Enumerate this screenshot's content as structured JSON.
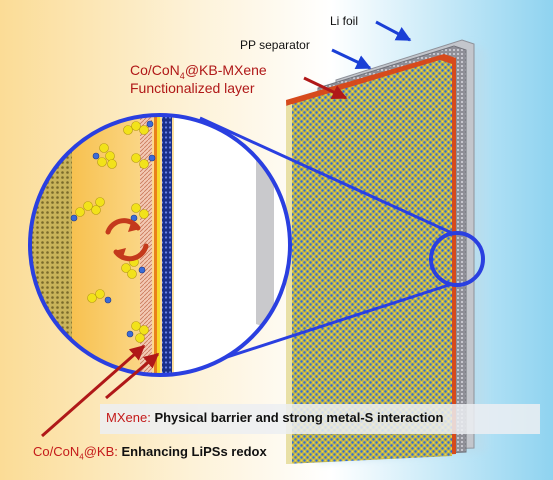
{
  "labels": {
    "li_foil": "Li foil",
    "pp_separator": "PP separator",
    "functional_line1_pre": "Co/CoN",
    "functional_line1_sub": "4",
    "functional_line1_post": "@KB-MXene",
    "functional_line2": "Functionalized layer",
    "mxene_term": "MXene:",
    "mxene_desc": "Physical barrier and strong metal-S interaction",
    "kb_term_pre": "Co/CoN",
    "kb_term_sub": "4",
    "kb_term_post": "@KB:",
    "kb_desc": "Enhancing LiPSs redox"
  },
  "colors": {
    "arrow_blue": "#1a3fd6",
    "arrow_red": "#b01818",
    "magnifier_ring": "#2a3fe0",
    "cathode_warm": "#fbd88a",
    "electrolyte_blue": "#8fd3f0",
    "polysulfide_yellow": "#f2e21a",
    "lithium_blue": "#3b6bd8"
  },
  "icons": {
    "magnifier": "magnifier-circle-icon",
    "shuttle": "circular-arrows-icon",
    "molecule": "polysulfide-molecule-icon"
  }
}
